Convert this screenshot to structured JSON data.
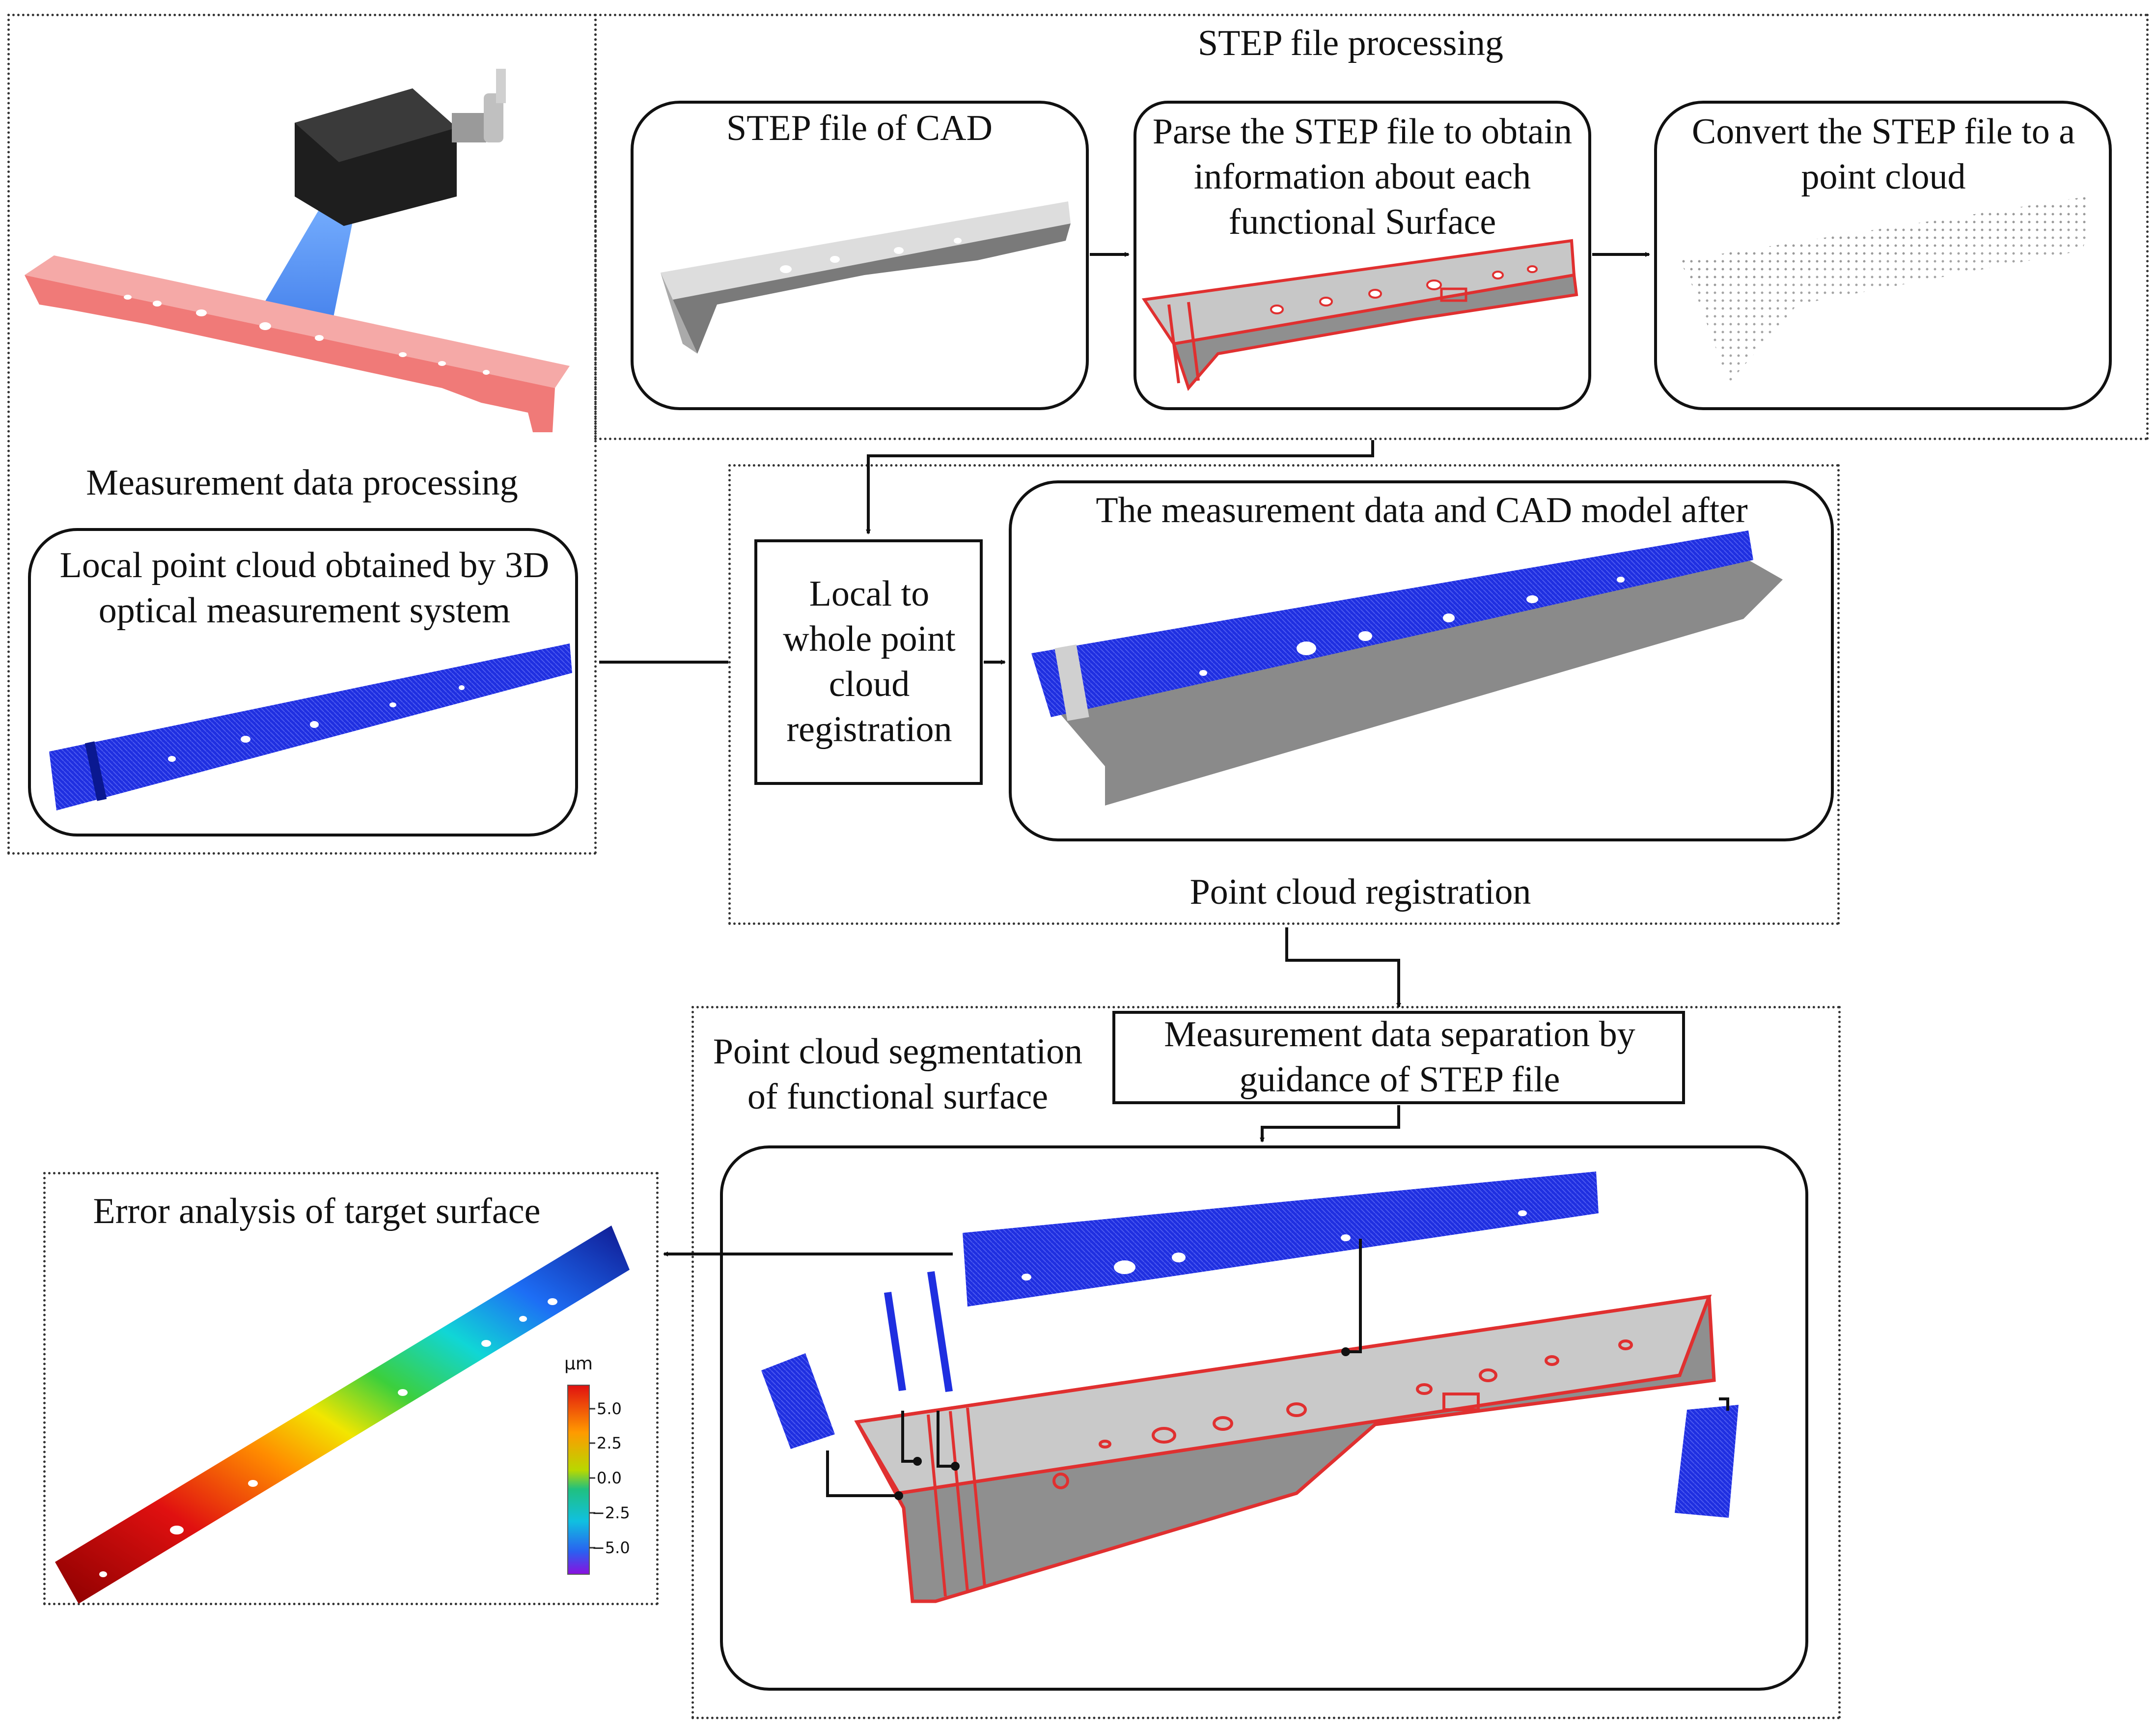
{
  "measurement": {
    "title": "Measurement data processing",
    "panel_label": "Local point cloud obtained by 3D optical measurement system"
  },
  "step": {
    "title": "STEP file processing",
    "panel1": "STEP file of CAD",
    "panel2": "Parse the STEP file to obtain information about each functional Surface",
    "panel3": "Convert the STEP file to a point cloud"
  },
  "registration": {
    "title": "Point cloud registration",
    "box": "Local to whole point cloud registration",
    "panel": "The measurement data and CAD model after"
  },
  "segmentation": {
    "title": "Point cloud segmentation of functional surface",
    "box": "Measurement data separation by guidance of STEP file"
  },
  "error": {
    "title": "Error analysis of target surface",
    "colorbar": {
      "unit": "μm",
      "ticks": [
        "5.0",
        "2.5",
        "0.0",
        "−2.5",
        "−5.0"
      ]
    }
  },
  "colors": {
    "scan_blue": "#1f2fe0",
    "cad_red": "#e03030",
    "cad_gray": "#8f8f8f",
    "sensor_red": "#f07a78"
  }
}
